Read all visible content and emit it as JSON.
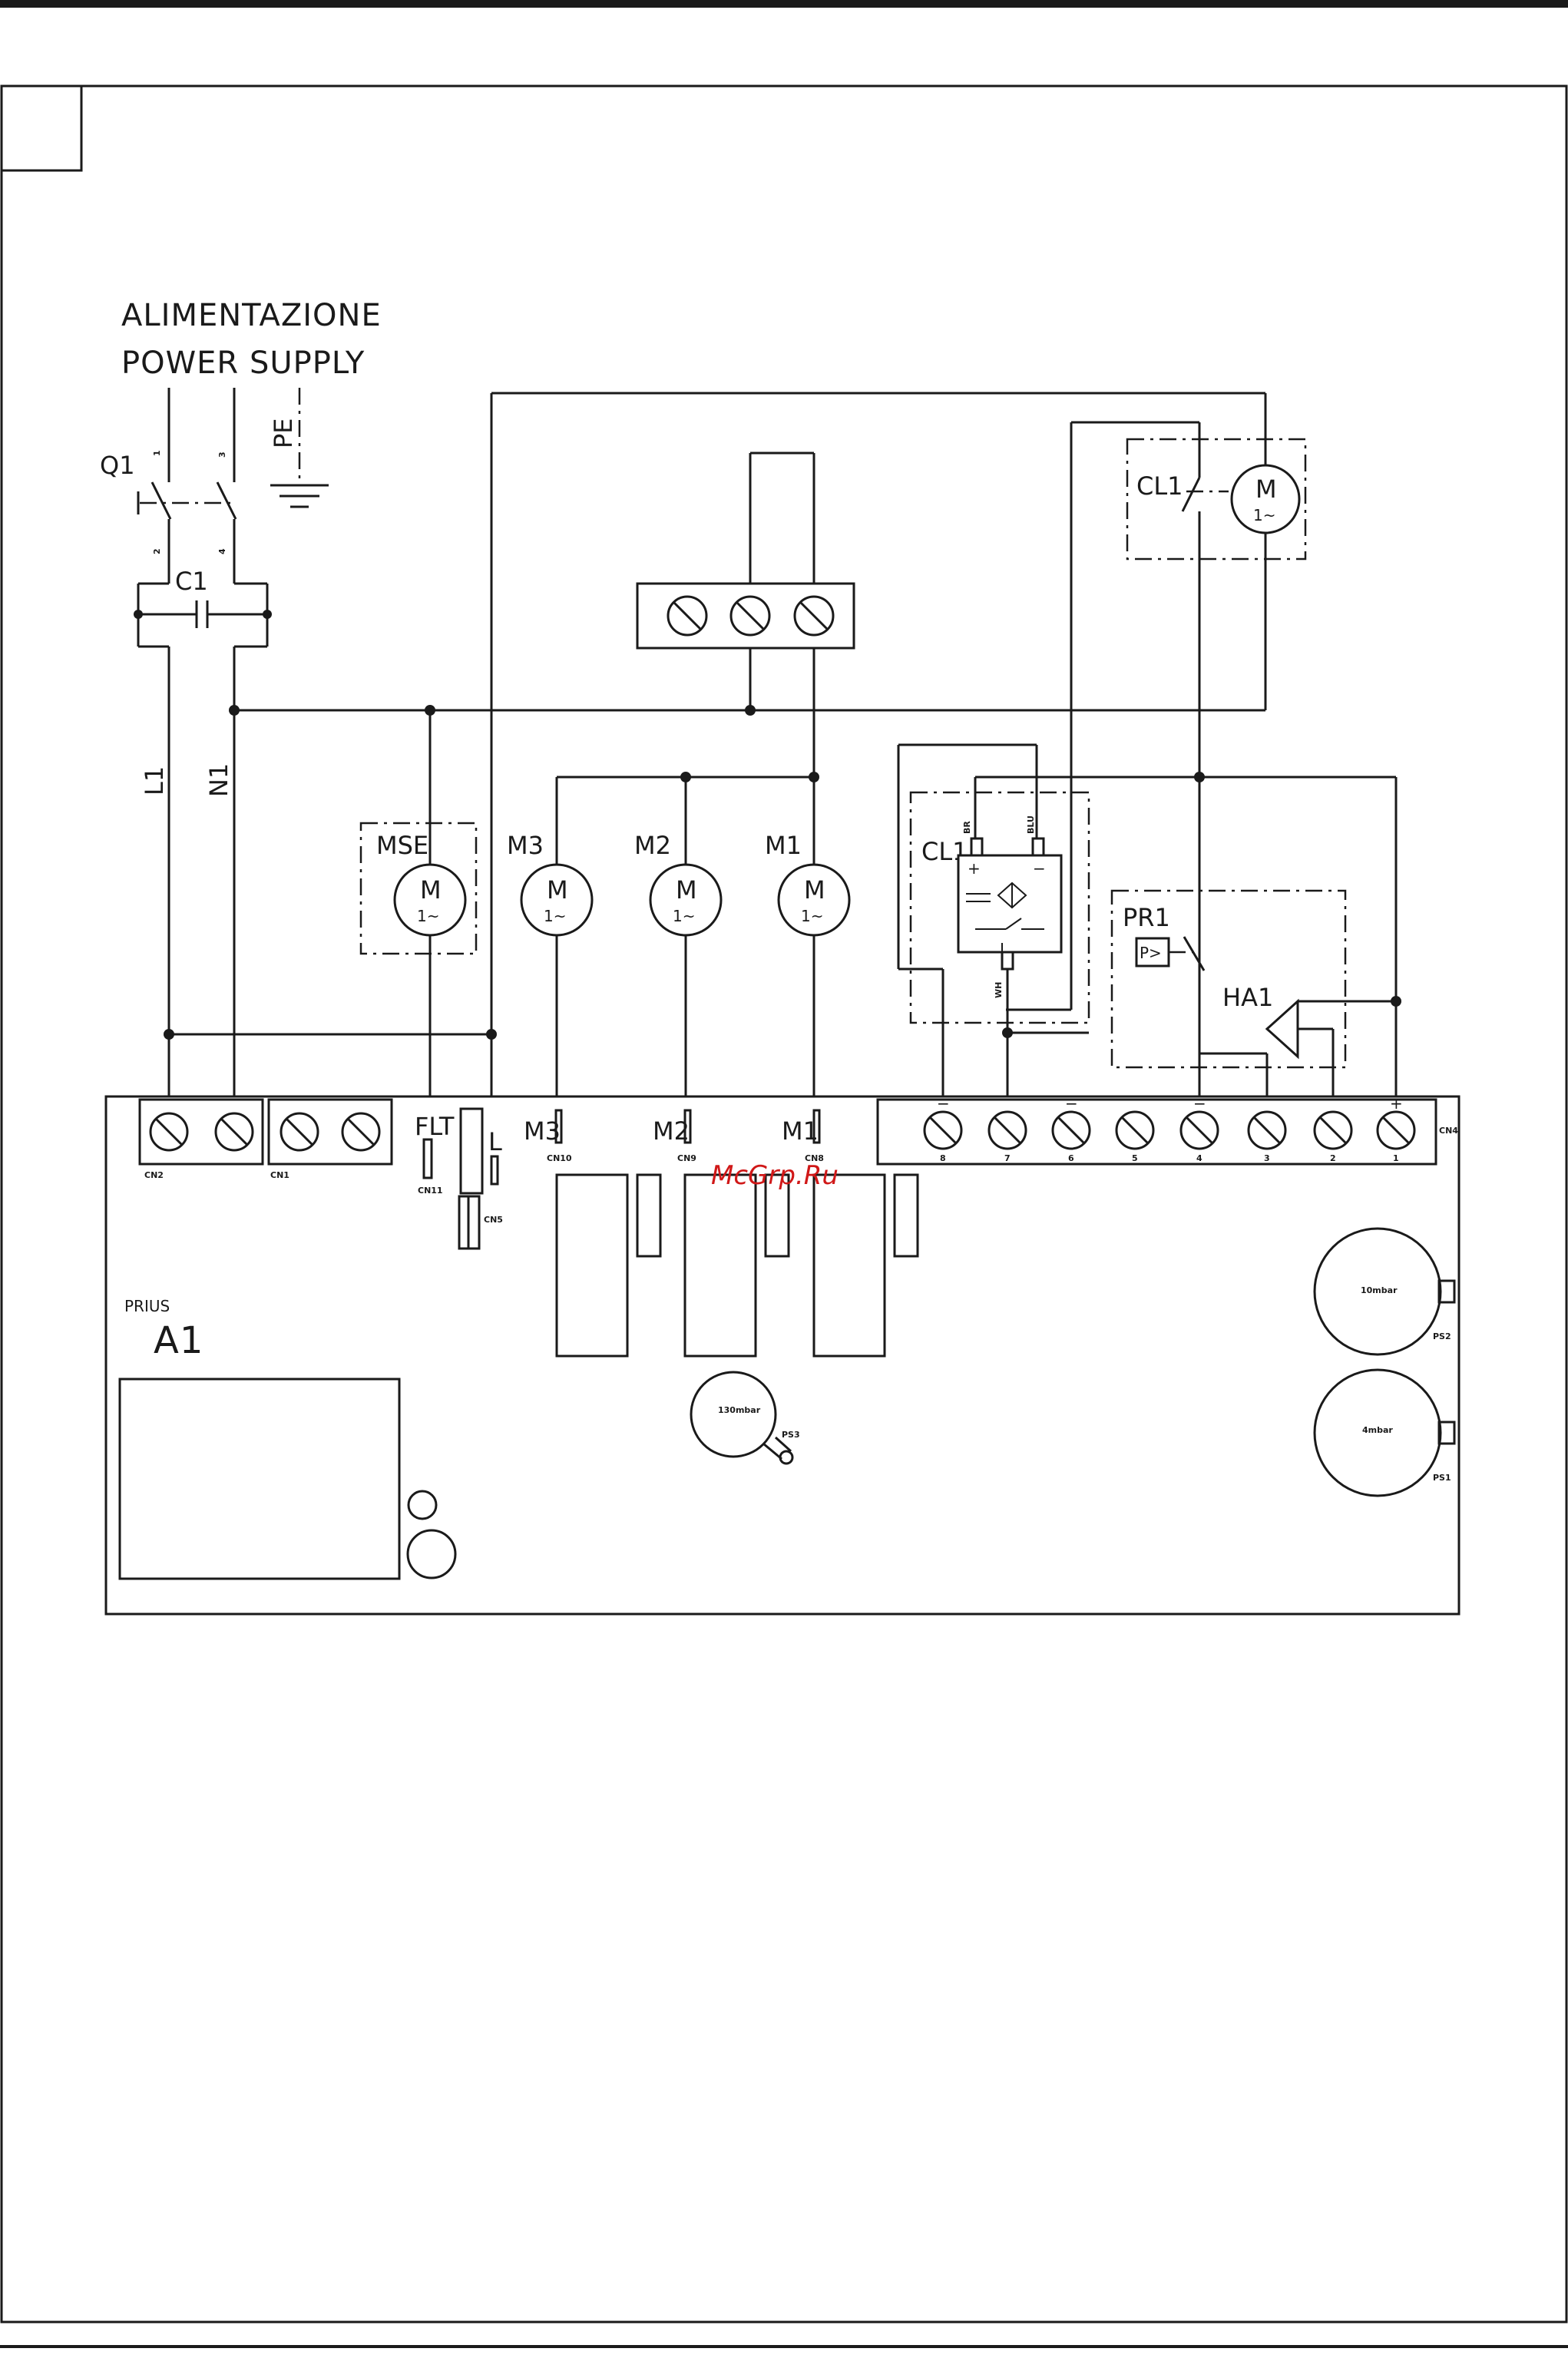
{
  "supply": {
    "title_it": "ALIMENTAZIONE",
    "title_en": "POWER SUPPLY",
    "switch": "Q1",
    "capacitor": "C1",
    "earth": "PE",
    "line": "L1",
    "neutral": "N1",
    "pole1": "1",
    "pole2": "2",
    "pole3": "3",
    "pole4": "4"
  },
  "motors": {
    "mse": "MSE",
    "m3": "M3",
    "m2": "M2",
    "m1": "M1",
    "symbol": "M",
    "phase": "1~"
  },
  "cooling": {
    "label": "CL1",
    "symbol": "M",
    "phase": "1~"
  },
  "sensor": {
    "label": "CL1",
    "br": "BR",
    "blu": "BLU",
    "wh": "WH",
    "plus": "+",
    "minus": "−"
  },
  "pressure": {
    "switch": "PR1",
    "symbol": "P>",
    "alarm": "HA1"
  },
  "board": {
    "series": "PRIUS",
    "name": "A1",
    "flt": "FLT",
    "l": "L",
    "cn2": "CN2",
    "cn1": "CN1",
    "cn11": "CN11",
    "cn5": "CN5",
    "m3": "M3",
    "m2": "M2",
    "m1": "M1",
    "cn10": "CN10",
    "cn9": "CN9",
    "cn8": "CN8",
    "cn4": "CN4",
    "terminals": [
      "8",
      "7",
      "6",
      "5",
      "4",
      "3",
      "2",
      "1"
    ],
    "term_signs": [
      "−",
      "",
      "−",
      "",
      "−",
      "",
      "",
      "+"
    ],
    "ps2_value": "10mbar",
    "ps2": "PS2",
    "ps1_value": "4mbar",
    "ps1": "PS1",
    "ps3_value": "130mbar",
    "ps3": "PS3"
  },
  "watermark": "McGrp.Ru"
}
